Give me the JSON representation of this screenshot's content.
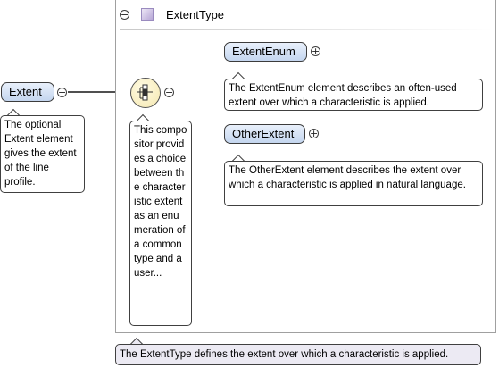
{
  "type": {
    "name": "ExtentType",
    "description": "The ExtentType defines the extent over which a characteristic is applied."
  },
  "root_element": {
    "name": "Extent",
    "description": "The optional Extent element gives the extent of the line profile."
  },
  "compositor": {
    "description": "This compositor provides a choice between the characteristic extent as an enumeration of a common type and a user..."
  },
  "children": [
    {
      "name": "ExtentEnum",
      "description": "The ExtentEnum element describes an often-used extent over which a characteristic is applied."
    },
    {
      "name": "OtherExtent",
      "description": "The OtherExtent element describes the extent over which a characteristic is applied in natural language."
    }
  ],
  "icons": {
    "collapse": "minus-circle-icon",
    "expand": "plus-circle-icon",
    "type": "complex-type-icon",
    "compositor": "choice-compositor-icon"
  },
  "colors": {
    "pill_fill": "#c4d6ef",
    "compositor_fill": "#f5e8b0",
    "type_note_fill": "#eceaf3"
  }
}
